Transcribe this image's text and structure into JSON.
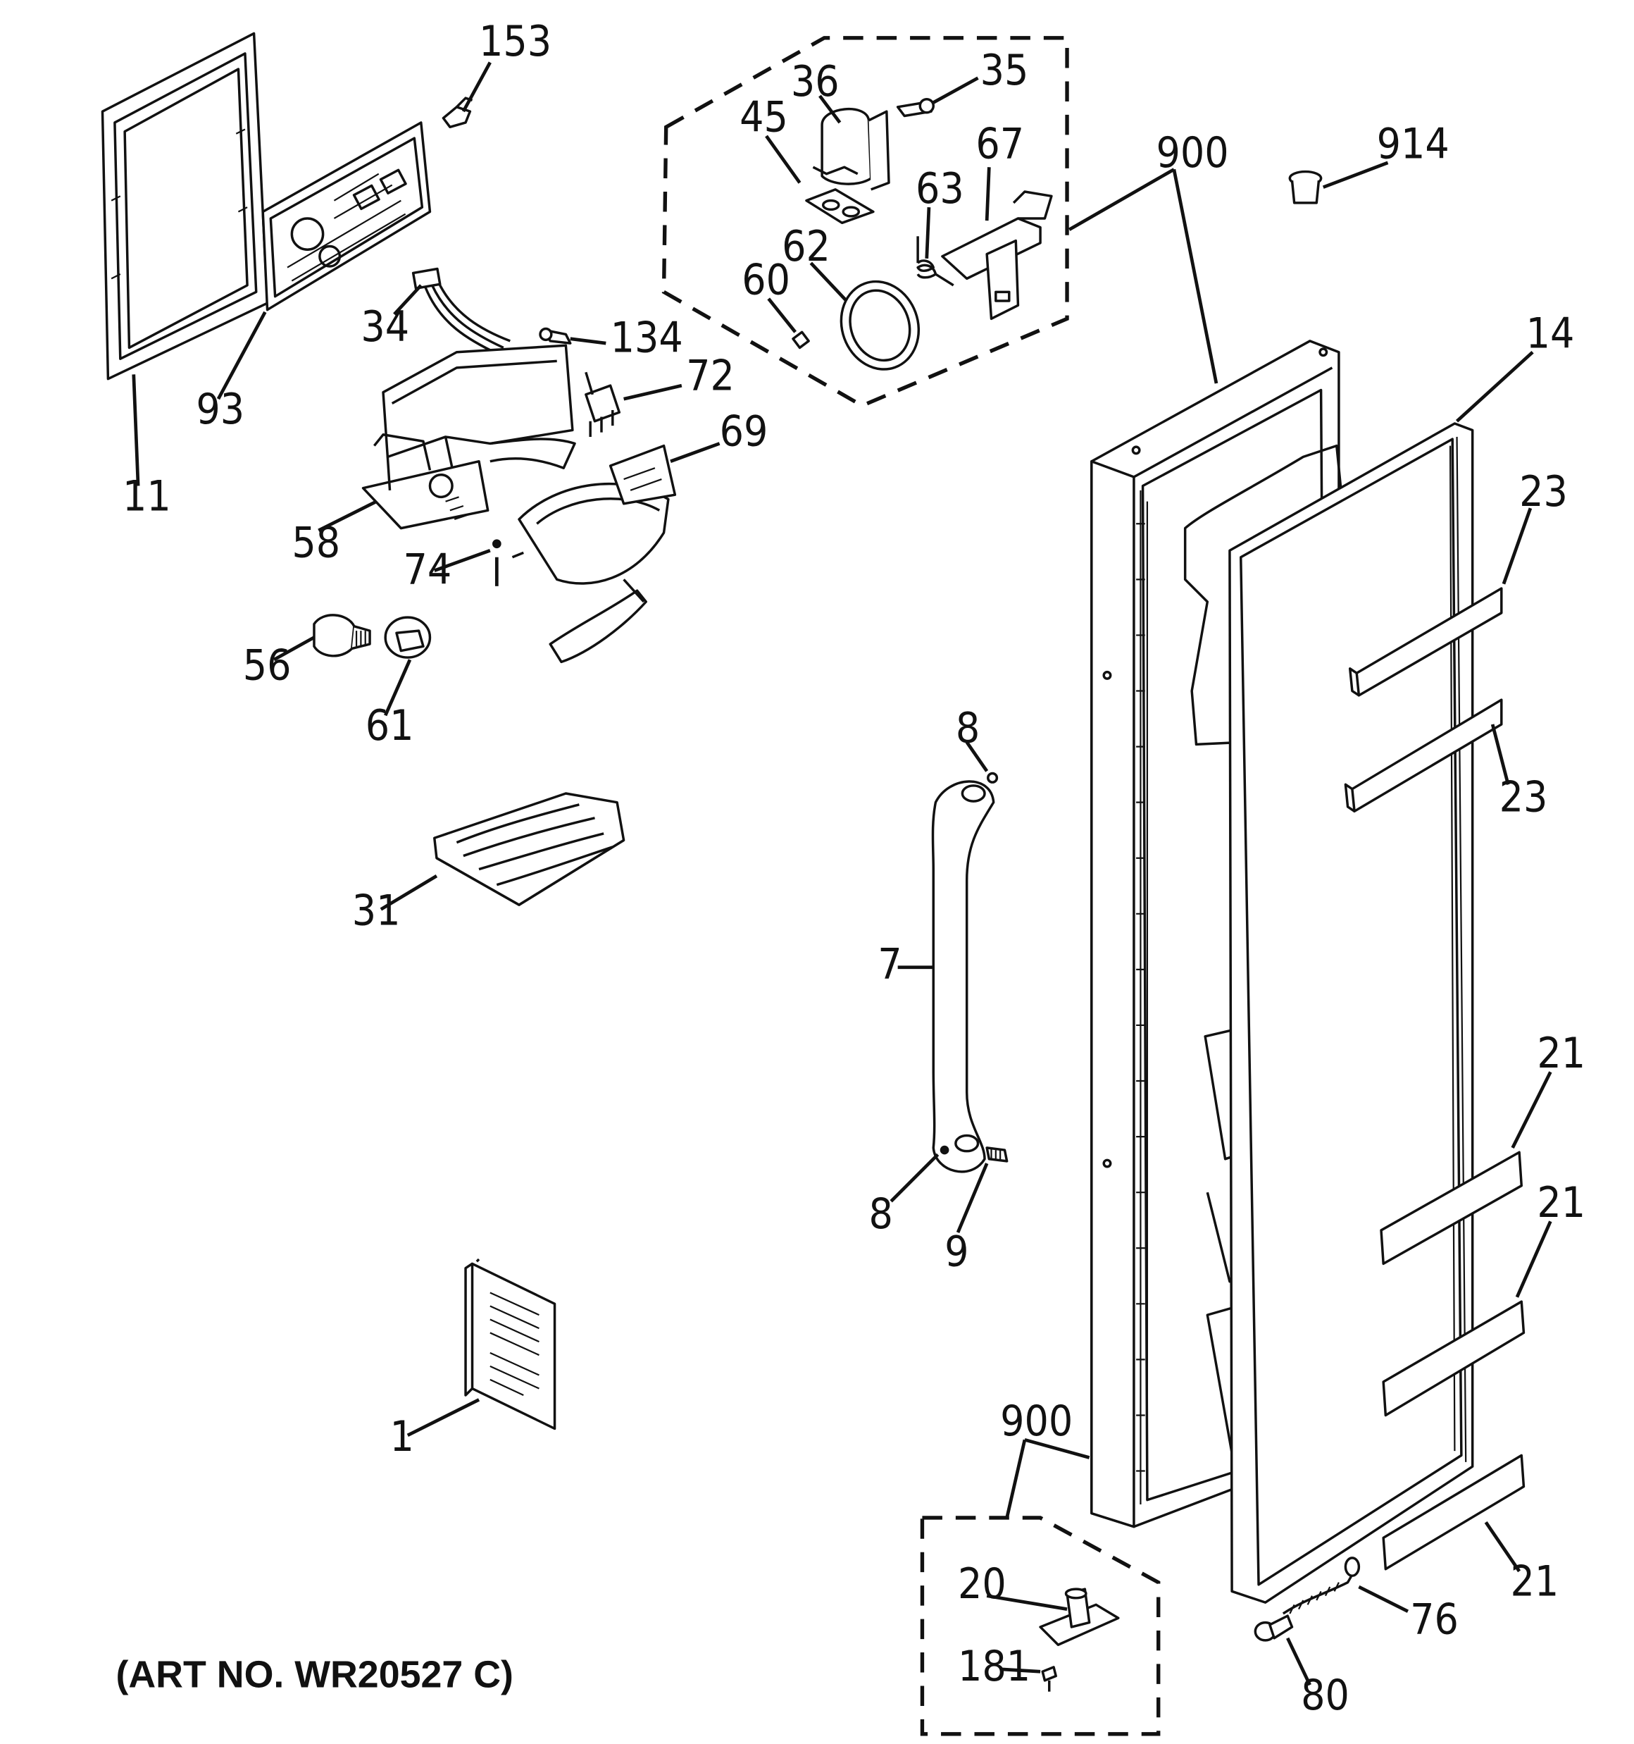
{
  "diagram": {
    "art_number": "(ART NO. WR20527 C)",
    "labels": {
      "p153": "153",
      "p36": "36",
      "p35": "35",
      "p45": "45",
      "p67": "67",
      "p900_top": "900",
      "p914": "914",
      "p63": "63",
      "p62": "62",
      "p60": "60",
      "p34": "34",
      "p134": "134",
      "p72": "72",
      "p93": "93",
      "p14": "14",
      "p11": "11",
      "p69": "69",
      "p23_top": "23",
      "p58": "58",
      "p74": "74",
      "p56": "56",
      "p61": "61",
      "p23_bottom": "23",
      "p8_top": "8",
      "p31": "31",
      "p7": "7",
      "p21_a": "21",
      "p8_bottom": "8",
      "p9": "9",
      "p21_b": "21",
      "p1": "1",
      "p900_bottom": "900",
      "p20": "20",
      "p76": "76",
      "p21_c": "21",
      "p181": "181",
      "p80": "80"
    }
  }
}
